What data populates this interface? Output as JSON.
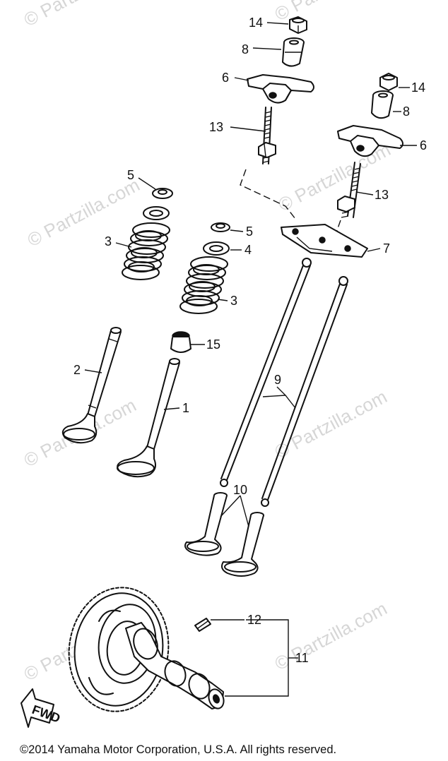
{
  "watermark": "© Partzilla.com",
  "copyright": "©2014 Yamaha Motor Corporation, U.S.A. All rights reserved.",
  "fwd_label": "FWD",
  "callouts": {
    "c1": "1",
    "c2": "2",
    "c3a": "3",
    "c3b": "3",
    "c4": "4",
    "c5a": "5",
    "c5b": "5",
    "c6a": "6",
    "c6b": "6",
    "c7": "7",
    "c8a": "8",
    "c8b": "8",
    "c9": "9",
    "c10": "10",
    "c11": "11",
    "c12": "12",
    "c13a": "13",
    "c13b": "13",
    "c14a": "14",
    "c14b": "14",
    "c15": "15"
  }
}
